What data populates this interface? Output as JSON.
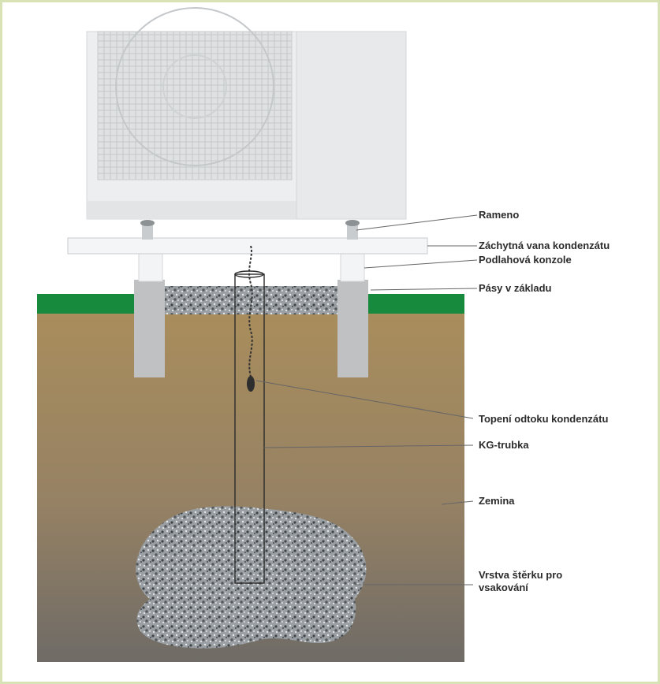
{
  "labels": {
    "arm": "Rameno",
    "drip_tray": "Záchytná vana kondenzátu",
    "floor_bracket": "Podlahová konzole",
    "foundation_strips": "Pásy v základu",
    "drain_heating": "Topení odtoku kondenzátu",
    "kg_pipe": "KG-trubka",
    "soil": "Zemina",
    "gravel_layer": "Vrstva štěrku pro\nvsakování"
  },
  "colors": {
    "frame_border": "#d7e3b4",
    "grass": "#178a3e",
    "soil_top": "#a78c5e",
    "soil_bottom": "#7a7266",
    "unit_body": "#eceeef",
    "post": "#bfc1c2",
    "gravel": "#8a8f93",
    "line": "#555555"
  }
}
